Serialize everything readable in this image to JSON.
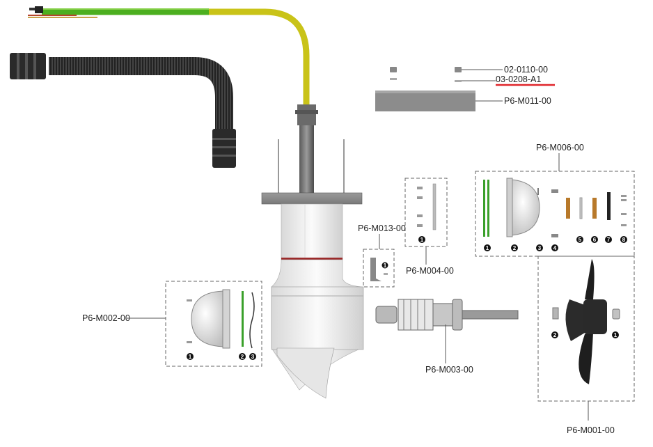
{
  "parts": {
    "p02_0110": "02-0110-00",
    "p03_0208": "03-0208-A1",
    "p6_m011": "P6-M011-00",
    "p6_m006": "P6-M006-00",
    "p6_m013": "P6-M013-00",
    "p6_m004": "P6-M004-00",
    "p6_m002": "P6-M002-00",
    "p6_m003": "P6-M003-00",
    "p6_m001": "P6-M001-00"
  },
  "callouts": {
    "m006": [
      "1",
      "2",
      "3",
      "4",
      "5",
      "6",
      "7",
      "8"
    ],
    "m004": [
      "1"
    ],
    "m013": [
      "1"
    ],
    "m002": [
      "1",
      "2",
      "3"
    ],
    "m001": [
      "2",
      "1"
    ]
  },
  "colors": {
    "cable_green": "#4caf1f",
    "cable_yellow": "#c9c318",
    "highlight_red": "#e0262b",
    "body_grey": "#8c8c8c"
  }
}
